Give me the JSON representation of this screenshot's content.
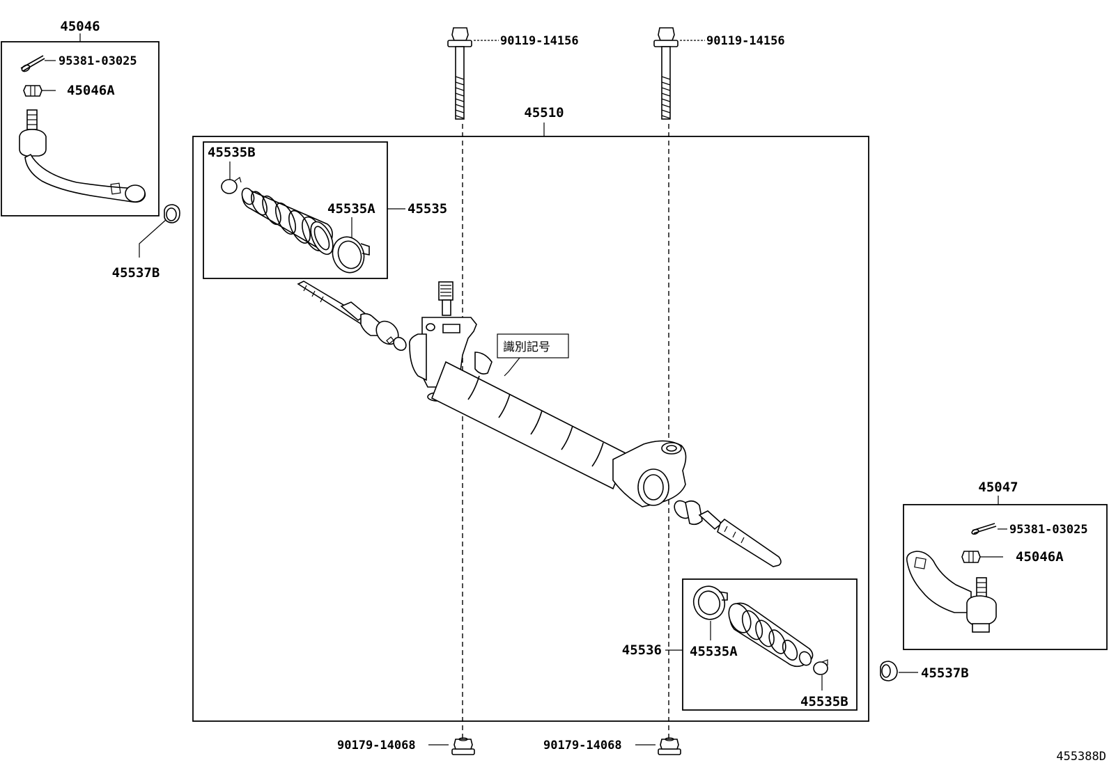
{
  "diagram": {
    "main_assembly": "45510",
    "bolt_left": "90119-14156",
    "bolt_right": "90119-14156",
    "nut_left": "90179-14068",
    "nut_right": "90179-14068",
    "tie_rod_end_left": {
      "part_no": "45046",
      "cotter_pin": "95381-03025",
      "nut": "45046A"
    },
    "tie_rod_end_right": {
      "part_no": "45047",
      "cotter_pin": "95381-03025",
      "nut": "45046A"
    },
    "boot_kit_left": {
      "part_no": "45535",
      "clip": "45535B",
      "clamp": "45535A"
    },
    "boot_kit_right": {
      "part_no": "45536",
      "clip": "45535B",
      "clamp": "45535A"
    },
    "lock_nut_left": "45537B",
    "lock_nut_right": "45537B",
    "identification_mark": "識別記号",
    "illustration_code": "455388D"
  }
}
